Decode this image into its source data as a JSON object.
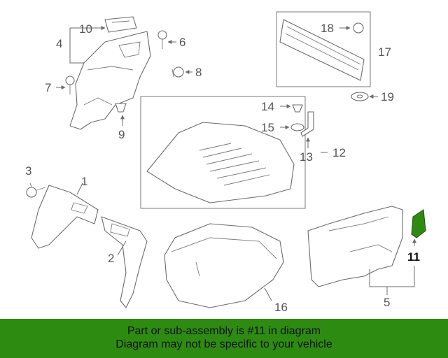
{
  "callouts": {
    "c1": "1",
    "c2": "2",
    "c3": "3",
    "c4": "4",
    "c5": "5",
    "c6": "6",
    "c7": "7",
    "c8": "8",
    "c9": "9",
    "c10": "10",
    "c11": "11",
    "c12": "12",
    "c13": "13",
    "c14": "14",
    "c15": "15",
    "c16": "16",
    "c17": "17",
    "c18": "18",
    "c19": "19"
  },
  "highlight_part": "11",
  "colors": {
    "banner": "#2e8b12",
    "highlight": "#2e8b12"
  },
  "banner": {
    "line1": "Part or sub-assembly is #11 in diagram",
    "line2": "Diagram may not be specific to your vehicle"
  }
}
